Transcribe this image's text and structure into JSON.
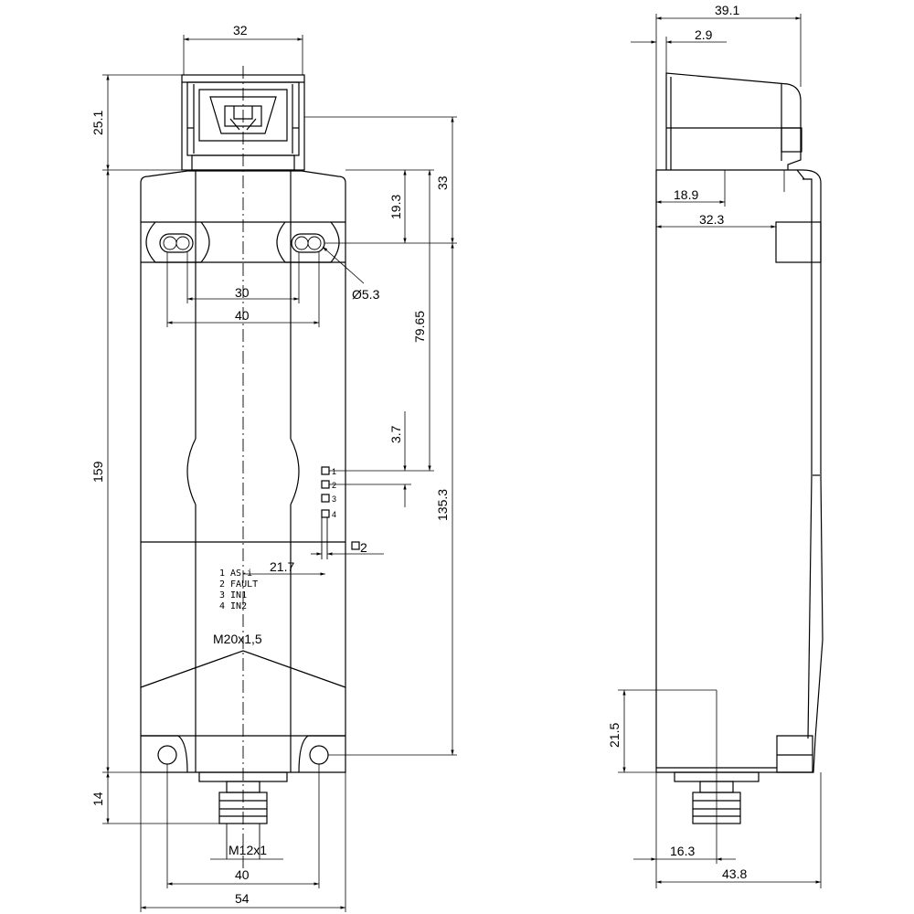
{
  "front_view": {
    "dims": {
      "top_width": "32",
      "head_height": "25.1",
      "body_height": "159",
      "head_to_slot": "33",
      "top_to_slot": "19.3",
      "slot_to_led": "79.65",
      "led_pitch": "3.7",
      "slot_to_bottom_hole": "135.3",
      "slot_hole_dia": "Ø5.3",
      "slot_spacing_inner": "30",
      "slot_spacing_outer": "40",
      "led_offset": "21.7",
      "led_size": "2",
      "thread": "M20x1,5",
      "connector_height": "14",
      "connector_thread": "M12x1",
      "bottom_hole_spacing": "40",
      "overall_width": "54"
    },
    "led_numbers": [
      "1",
      "2",
      "3",
      "4"
    ],
    "legend": [
      "1 AS-i",
      "2 FAULT",
      "3 IN1",
      "4 IN2"
    ]
  },
  "side_view": {
    "dims": {
      "overall_depth_top": "39.1",
      "head_offset": "2.9",
      "head_depth": "18.9",
      "slot_depth": "32.3",
      "bottom_height": "21.5",
      "connector_offset": "16.3",
      "overall_depth": "43.8"
    }
  }
}
